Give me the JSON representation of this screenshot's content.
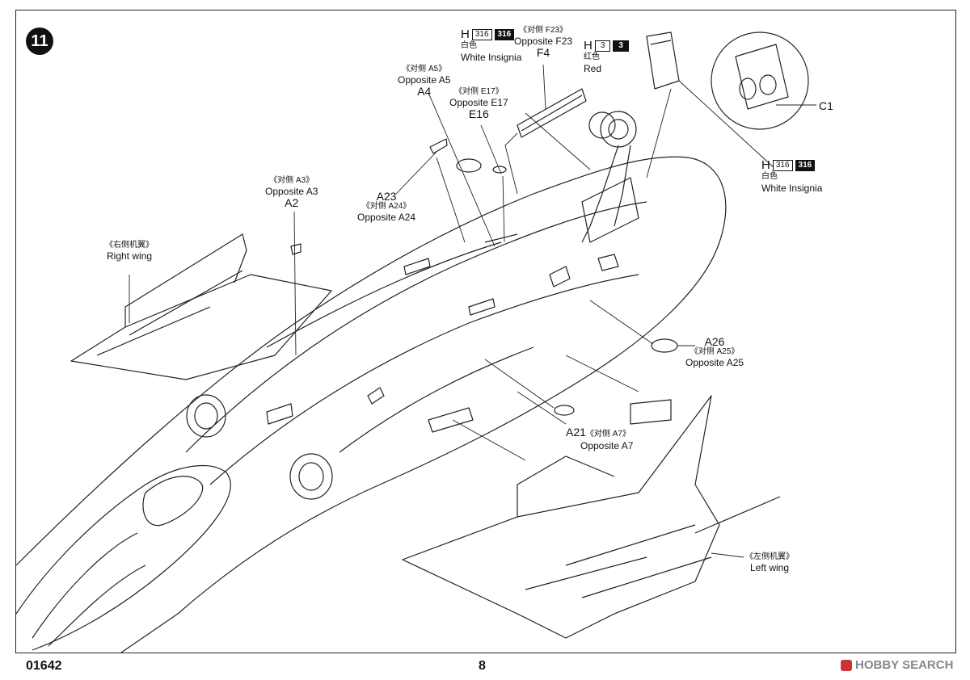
{
  "step": {
    "number": "11"
  },
  "labels": {
    "a2": {
      "cn": "《对侧 A3》",
      "en": "Opposite A3",
      "part": "A2"
    },
    "a4": {
      "cn": "《对侧 A5》",
      "en": "Opposite A5",
      "part": "A4"
    },
    "e16": {
      "cn": "《对侧 E17》",
      "en": "Opposite E17",
      "part": "E16"
    },
    "f4": {
      "cn": "《对侧 F23》",
      "en": "Opposite F23",
      "part": "F4"
    },
    "a23": {
      "part": "A23",
      "cn": "《对侧 A24》",
      "en": "Opposite A24"
    },
    "a26": {
      "part": "A26",
      "cn": "《对侧 A25》",
      "en": "Opposite A25"
    },
    "a21": {
      "part": "A21",
      "cn": "《对侧 A7》",
      "en": "Opposite A7"
    },
    "c1": {
      "part": "C1"
    },
    "right_wing": {
      "cn": "《右侧机翼》",
      "en": "Right wing"
    },
    "left_wing": {
      "cn": "《左侧机翼》",
      "en": "Left wing"
    }
  },
  "paint_callouts": {
    "top_white": {
      "prefix": "H",
      "code_a": "316",
      "code_b": "316",
      "cn": "白色",
      "en": "White Insignia"
    },
    "top_red": {
      "prefix": "H",
      "code_a": "3",
      "code_b": "3",
      "cn": "红色",
      "en": "Red"
    },
    "right_white": {
      "prefix": "H",
      "code_a": "316",
      "code_b": "316",
      "cn": "白色",
      "en": "White Insignia"
    }
  },
  "footer": {
    "code": "01642",
    "page": "8",
    "watermark": "HOBBY SEARCH"
  },
  "colors": {
    "line": "#222222",
    "step_badge": "#111111",
    "watermark": "#888888"
  }
}
